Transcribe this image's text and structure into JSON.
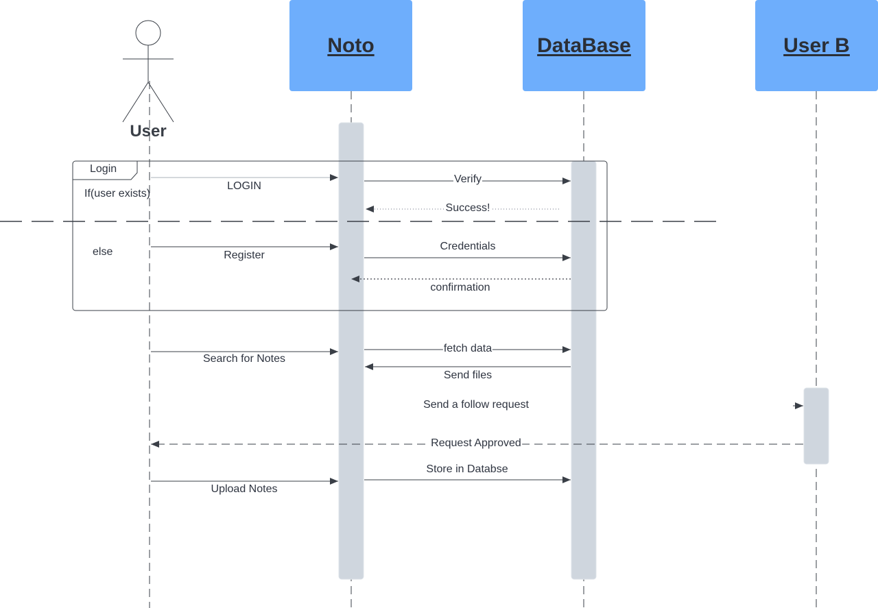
{
  "actor": {
    "name": "User"
  },
  "participants": {
    "noto": "Noto",
    "database": "DataBase",
    "user_b": "User B"
  },
  "fragment": {
    "title": "Login",
    "guard_if": "If(user exists)",
    "guard_else": "else"
  },
  "messages": {
    "login": "LOGIN",
    "verify": "Verify",
    "success": "Success!",
    "register": "Register",
    "credentials": "Credentials",
    "confirmation": "confirmation",
    "search_notes": "Search for Notes",
    "fetch_data": "fetch data",
    "send_files": "Send files",
    "follow_request": "Send a follow request",
    "request_approved": "Request Approved",
    "store_db": "Store in Databse",
    "upload_notes": "Upload Notes"
  },
  "colors": {
    "participant_fill": "#6eaefc",
    "activation_fill": "#cfd6de",
    "line": "#3a3f47",
    "text": "#2e3440"
  }
}
